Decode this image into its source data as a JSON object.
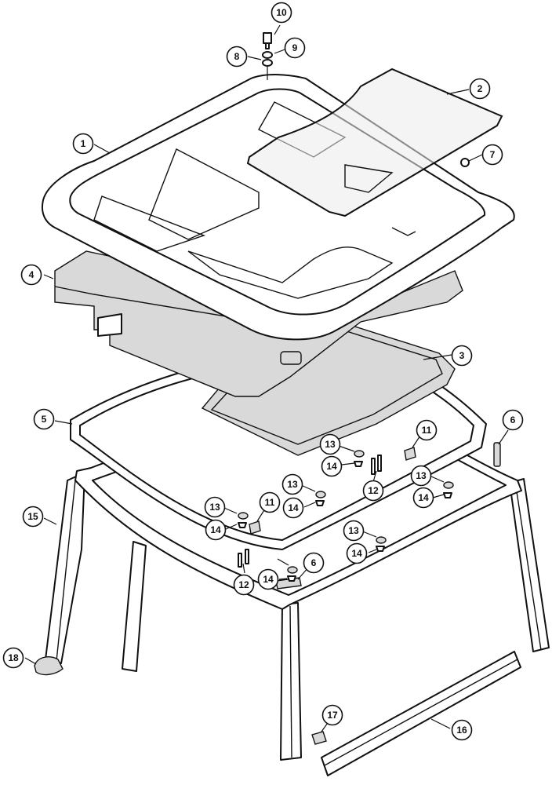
{
  "callouts": [
    {
      "id": "c1",
      "label": "1"
    },
    {
      "id": "c2",
      "label": "2"
    },
    {
      "id": "c3",
      "label": "3"
    },
    {
      "id": "c4",
      "label": "4"
    },
    {
      "id": "c5",
      "label": "5"
    },
    {
      "id": "c6a",
      "label": "6"
    },
    {
      "id": "c6b",
      "label": "6"
    },
    {
      "id": "c7",
      "label": "7"
    },
    {
      "id": "c8",
      "label": "8"
    },
    {
      "id": "c9",
      "label": "9"
    },
    {
      "id": "c10",
      "label": "10"
    },
    {
      "id": "c11a",
      "label": "11"
    },
    {
      "id": "c11b",
      "label": "11"
    },
    {
      "id": "c12a",
      "label": "12"
    },
    {
      "id": "c12b",
      "label": "12"
    },
    {
      "id": "c13a",
      "label": "13"
    },
    {
      "id": "c13b",
      "label": "13"
    },
    {
      "id": "c13c",
      "label": "13"
    },
    {
      "id": "c13d",
      "label": "13"
    },
    {
      "id": "c13e",
      "label": "13"
    },
    {
      "id": "c14a",
      "label": "14"
    },
    {
      "id": "c14b",
      "label": "14"
    },
    {
      "id": "c14c",
      "label": "14"
    },
    {
      "id": "c14d",
      "label": "14"
    },
    {
      "id": "c14e",
      "label": "14"
    },
    {
      "id": "c15",
      "label": "15"
    },
    {
      "id": "c16",
      "label": "16"
    },
    {
      "id": "c17",
      "label": "17"
    },
    {
      "id": "c18",
      "label": "18"
    }
  ]
}
